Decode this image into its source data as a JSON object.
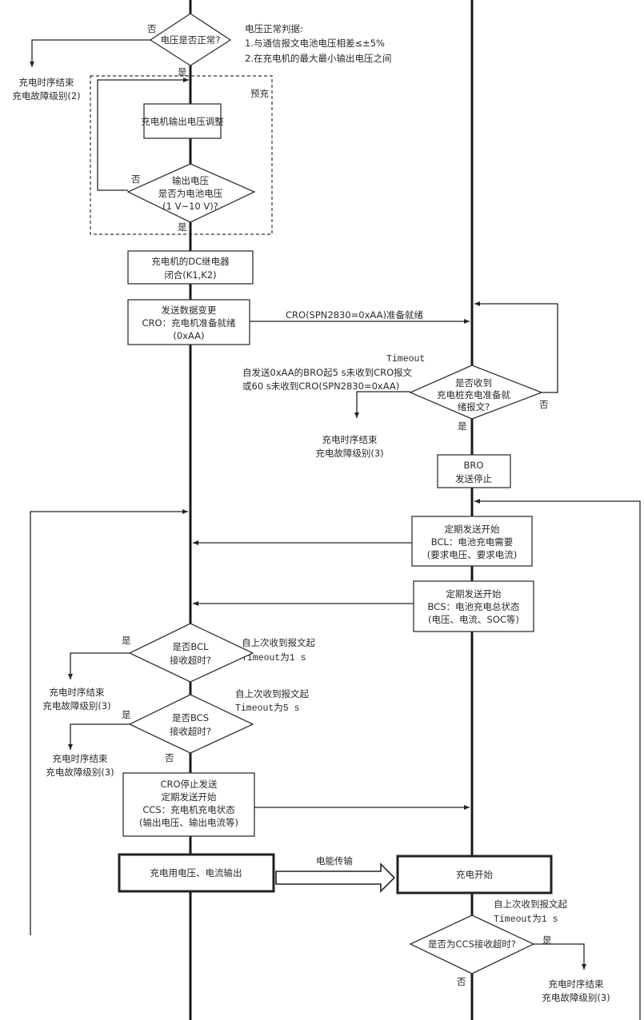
{
  "d1": {
    "text": "电压是否正常?",
    "no": "否",
    "yes": "是"
  },
  "note1": [
    "电压正常判据:",
    "1.与通信报文电池电压相差≤±5%",
    "2.在充电机的最大最小输出电压之间"
  ],
  "end1": [
    "充电时序结束",
    "充电故障级别(2)"
  ],
  "precharge": {
    "label": "预充",
    "box": "充电机输出电压调整",
    "d2": [
      "输出电压",
      "是否为电池电压",
      "(1 V~10 V)?"
    ],
    "no": "否",
    "yes": "是"
  },
  "relay": [
    "充电机的DC继电器",
    "闭合(K1,K2)"
  ],
  "cro": [
    "发送数据变更",
    "CRO：充电机准备就绪",
    "(0xAA)"
  ],
  "cro_arrow": "CRO(SPN2830=0xAA)准备就绪",
  "timeout1": [
    "Timeout",
    "自发送0xAA的BRO起5 s未收到CRO报文",
    "或60 s未收到CRO(SPN2830=0xAA)"
  ],
  "d3": {
    "lines": [
      "是否收到",
      "充电桩充电准备就",
      "绪报文?"
    ],
    "no": "否",
    "yes": "是"
  },
  "end2": [
    "充电时序结束",
    "充电故障级别(3)"
  ],
  "bro": [
    "BRO",
    "发送停止"
  ],
  "bcl": [
    "定期发送开始",
    "BCL：电池充电需要",
    "(要求电压、要求电流)"
  ],
  "bcs": [
    "定期发送开始",
    "BCS：电池充电总状态",
    "(电压、电流、SOC等)"
  ],
  "note_bcl": [
    "自上次收到报文起",
    "Timeout为1 s"
  ],
  "d4": {
    "lines": [
      "是否BCL",
      "接收超时?"
    ],
    "yes": "是"
  },
  "end3": [
    "充电时序结束",
    "充电故障级别(3)"
  ],
  "note_bcs": [
    "自上次收到报文起",
    "Timeout为5 s"
  ],
  "d5": {
    "lines": [
      "是否BCS",
      "接收超时?"
    ],
    "yes": "是",
    "no": "否"
  },
  "end4": [
    "充电时序结束",
    "充电故障级别(3)"
  ],
  "ccs": [
    "CRO停止发送",
    "定期发送开始",
    "CCS：充电机充电状态",
    "(输出电压、输出电流等)"
  ],
  "output_box": "充电用电压、电流输出",
  "energy_label": "电能传输",
  "start_box": "充电开始",
  "note_ccs": [
    "自上次收到报文起",
    "Timeout为1 s"
  ],
  "d6": {
    "text": "是否为CCS接收超时?",
    "yes": "是",
    "no": "否"
  },
  "end5": [
    "充电时序结束",
    "充电故障级别(3)"
  ]
}
